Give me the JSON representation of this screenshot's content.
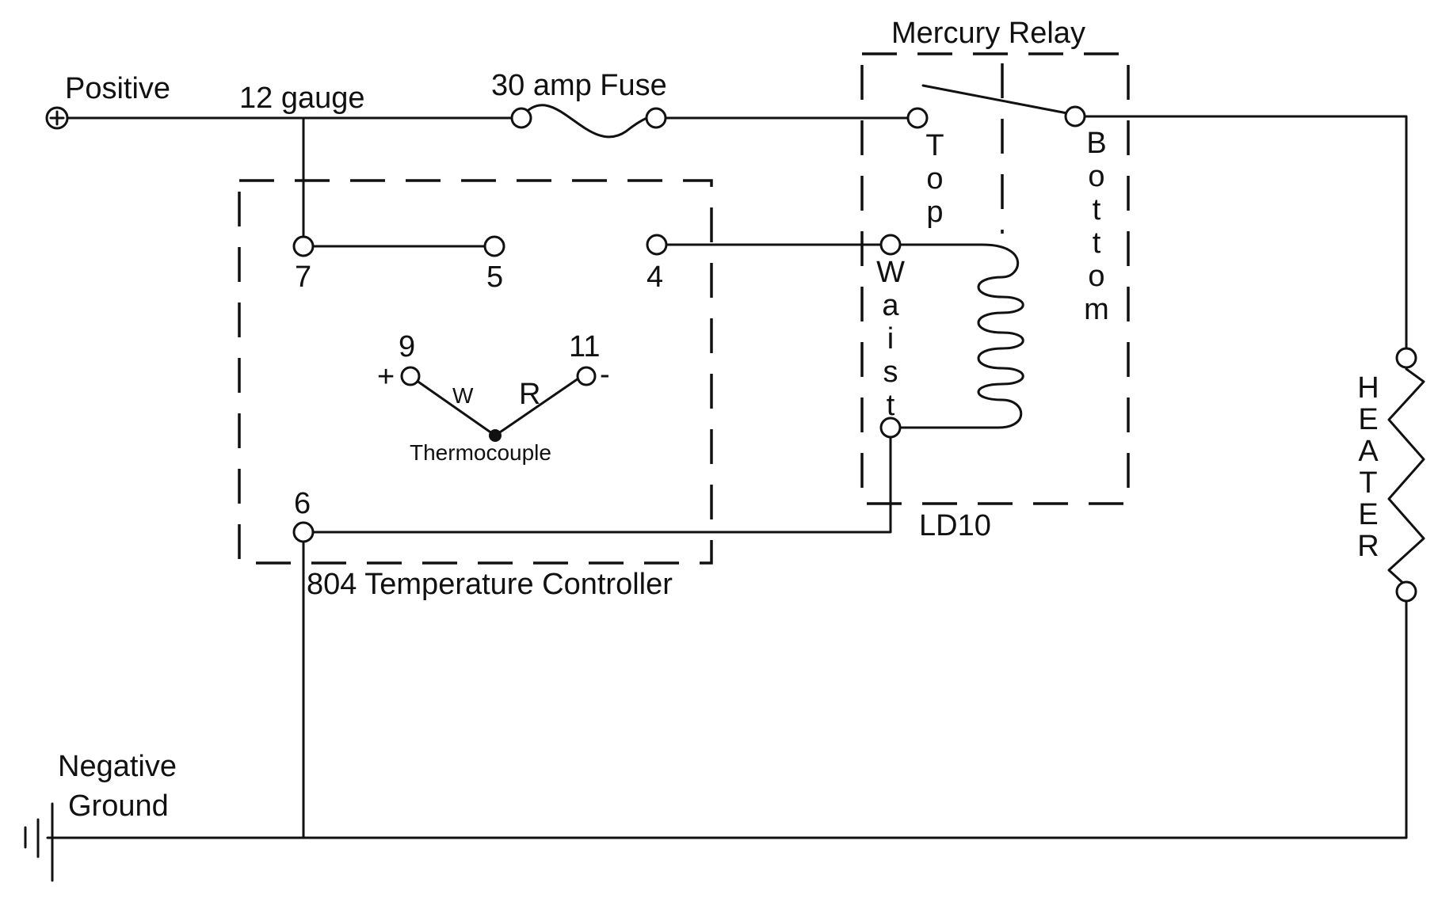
{
  "labels": {
    "positive": "Positive",
    "wire_gauge": "12 gauge",
    "fuse": "30 amp Fuse",
    "relay": "Mercury Relay",
    "relay_model": "LD10",
    "controller": "804 Temperature Controller",
    "thermocouple": "Thermocouple",
    "negative_ground_line1": "Negative",
    "negative_ground_line2": "Ground",
    "heater": "HEATER",
    "relay_top": "Top",
    "relay_bottom": "Bottom",
    "relay_waist": "Waist",
    "thermo_w": "W",
    "thermo_r": "R",
    "plus_sign": "+",
    "minus_sign": "-"
  },
  "terminals": {
    "t7": "7",
    "t5": "5",
    "t4": "4",
    "t9": "9",
    "t11": "11",
    "t6": "6"
  }
}
